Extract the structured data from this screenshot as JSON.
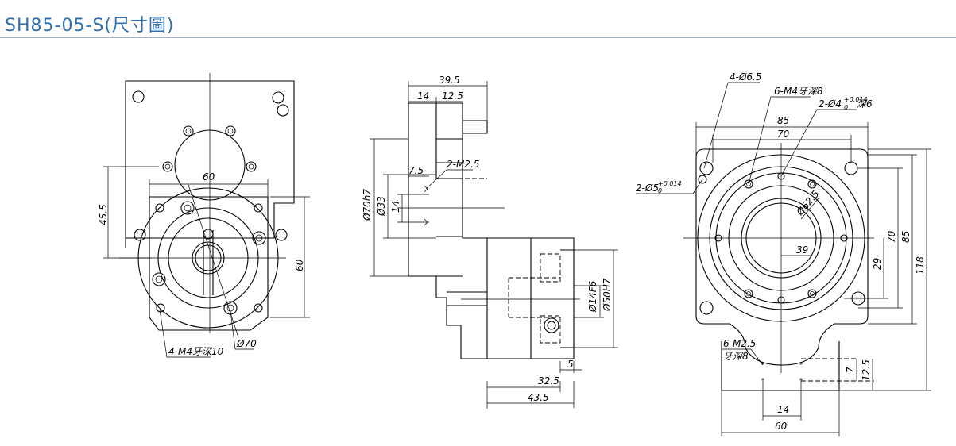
{
  "header": {
    "title": "SH85-05-S(尺寸圖)"
  },
  "colors": {
    "title": "#2f6fb0",
    "rule": "#9ab0c6",
    "drawing": "#000000"
  },
  "views": {
    "front": {
      "d60_top": "60",
      "d45_5": "45.5",
      "d60_side": "60",
      "thread_note": "4-M4牙深10",
      "dia70": "Ø70"
    },
    "side": {
      "d39_5": "39.5",
      "d14": "14",
      "d12_5": "12.5",
      "d7_5": "7.5",
      "thread_2m25": "2-M2.5",
      "d70h7": "Ø70h7",
      "d33": "Ø33",
      "d14_v": "14",
      "d14f6": "Ø14F6",
      "d50h7": "Ø50H7",
      "d5": "5",
      "d32_5": "32.5",
      "d43_5": "43.5"
    },
    "back": {
      "holes_4": "4-Ø6.5",
      "thread_6m4": "6-M4牙深8",
      "pin_2d4": "2-Ø4",
      "pin_2d4_tol": "+0.014",
      "pin_2d4_zero": "0",
      "pin_2d4_depth": "深6",
      "pin_2d5": "2-Ø5",
      "pin_2d5_tol": "+0.014",
      "pin_2d5_zero": "0",
      "d85_top": "85",
      "d70_top": "70",
      "d62_5": "Ø62.5",
      "d39": "39",
      "d29": "29",
      "d70_side": "70",
      "d85_side": "85",
      "d118": "118",
      "thread_6m25": "6-M2.5",
      "thread_6m25_depth": "牙深8",
      "d7": "7",
      "d12_5": "12.5",
      "d14": "14",
      "d60": "60"
    }
  }
}
